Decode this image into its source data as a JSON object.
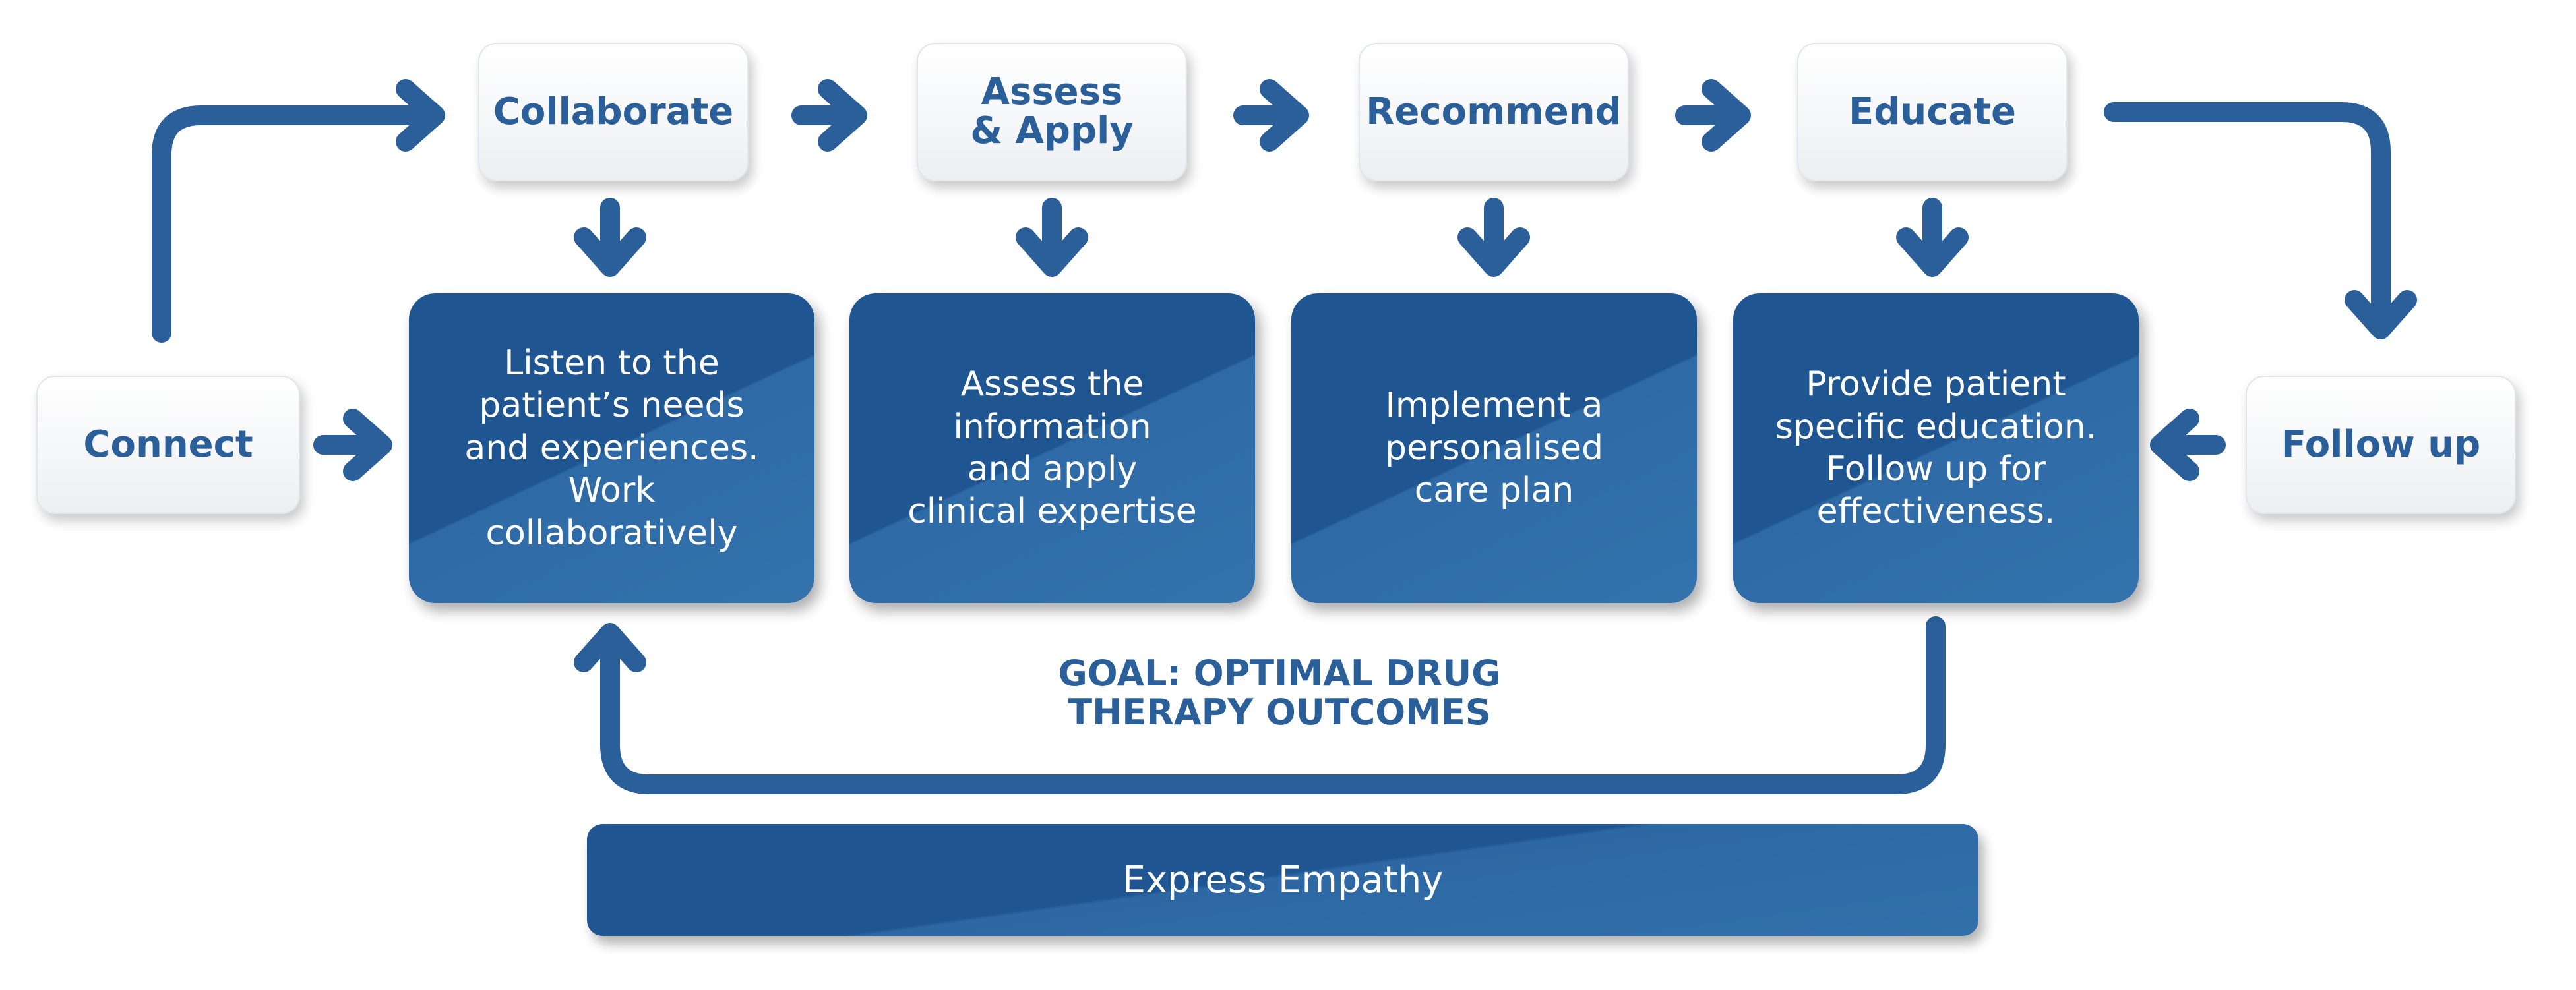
{
  "steps": {
    "connect": "Connect",
    "collaborate": "Collaborate",
    "assess_apply": "Assess\n& Apply",
    "recommend": "Recommend",
    "educate": "Educate",
    "follow_up": "Follow up"
  },
  "actions": {
    "listen": "Listen to the\npatient’s needs\nand experiences.\nWork\ncollaboratively",
    "assess": "Assess the\ninformation\nand apply\nclinical expertise",
    "implement": "Implement a\npersonalised\ncare plan",
    "provide": "Provide patient\nspecific education.\nFollow up for\neffectiveness."
  },
  "goal": "GOAL: OPTIMAL DRUG\nTHERAPY OUTCOMES",
  "foundation": "Express Empathy",
  "colors": {
    "primary": "#2b5f9a",
    "dark_box": "#1f5691",
    "light_box": "#f5f6f8"
  }
}
